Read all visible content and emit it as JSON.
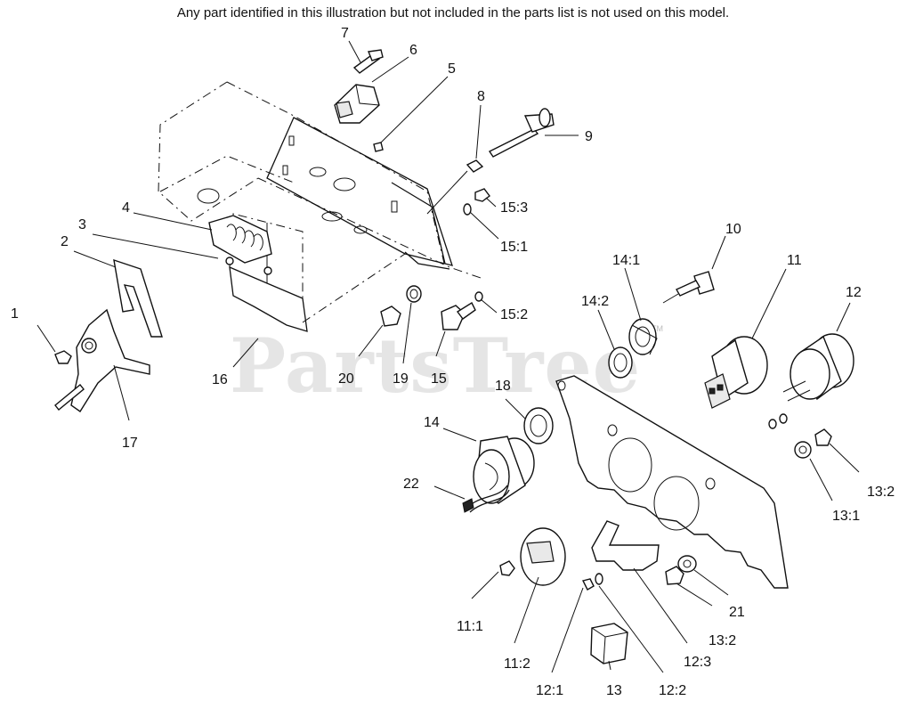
{
  "note": "Any part identified in this illustration but not included in the parts list is not used on this model.",
  "watermark": "PartsTree",
  "watermark_tm": "TM",
  "callouts": [
    {
      "id": "c1",
      "label": "1"
    },
    {
      "id": "c2",
      "label": "2"
    },
    {
      "id": "c3",
      "label": "3"
    },
    {
      "id": "c4",
      "label": "4"
    },
    {
      "id": "c5",
      "label": "5"
    },
    {
      "id": "c6",
      "label": "6"
    },
    {
      "id": "c7",
      "label": "7"
    },
    {
      "id": "c8",
      "label": "8"
    },
    {
      "id": "c9",
      "label": "9"
    },
    {
      "id": "c10",
      "label": "10"
    },
    {
      "id": "c11",
      "label": "11"
    },
    {
      "id": "c12",
      "label": "12"
    },
    {
      "id": "c13",
      "label": "13"
    },
    {
      "id": "c14",
      "label": "14"
    },
    {
      "id": "c15",
      "label": "15"
    },
    {
      "id": "c16",
      "label": "16"
    },
    {
      "id": "c17",
      "label": "17"
    },
    {
      "id": "c18",
      "label": "18"
    },
    {
      "id": "c19",
      "label": "19"
    },
    {
      "id": "c20",
      "label": "20"
    },
    {
      "id": "c21",
      "label": "21"
    },
    {
      "id": "c22",
      "label": "22"
    },
    {
      "id": "c11_1",
      "label": "11:1"
    },
    {
      "id": "c11_2",
      "label": "11:2"
    },
    {
      "id": "c12_1",
      "label": "12:1"
    },
    {
      "id": "c12_2",
      "label": "12:2"
    },
    {
      "id": "c12_3",
      "label": "12:3"
    },
    {
      "id": "c13_1",
      "label": "13:1"
    },
    {
      "id": "c13_2a",
      "label": "13:2"
    },
    {
      "id": "c13_2b",
      "label": "13:2"
    },
    {
      "id": "c14_1",
      "label": "14:1"
    },
    {
      "id": "c14_2",
      "label": "14:2"
    },
    {
      "id": "c15_1",
      "label": "15:1"
    },
    {
      "id": "c15_2",
      "label": "15:2"
    },
    {
      "id": "c15_3",
      "label": "15:3"
    }
  ]
}
